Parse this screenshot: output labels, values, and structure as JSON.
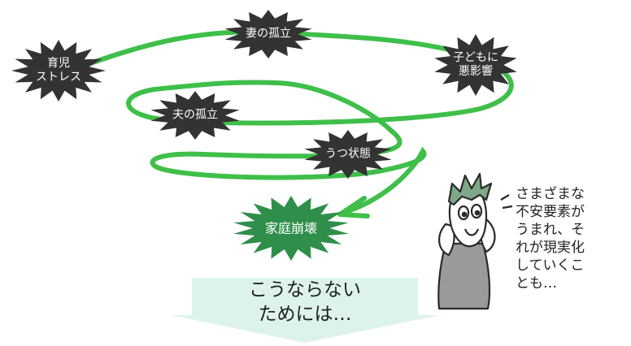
{
  "colors": {
    "spiral": "#3fbf4a",
    "burst_dark": "#333333",
    "burst_green": "#2f8f4a",
    "banner": "#ddf3ea",
    "person_line": "#2a2a2a",
    "person_hair": "#7ea888",
    "person_shirt": "#9a9a9a"
  },
  "bursts": {
    "ikuji": {
      "lines": [
        "育児",
        "ストレス"
      ]
    },
    "tsuma": {
      "lines": [
        "妻の孤立"
      ]
    },
    "kodomo": {
      "lines": [
        "子どもに",
        "悪影響"
      ]
    },
    "otto": {
      "lines": [
        "夫の孤立"
      ]
    },
    "utsu": {
      "lines": [
        "うつ状態"
      ]
    },
    "katei": {
      "lines": [
        "家庭崩壊"
      ]
    }
  },
  "side_note": "さまざまな\n不安要素が\nうまれ、そ\nれが現実化\nしていくこ\nとも…",
  "conclusion": {
    "line1": "こうならない",
    "line2": "ためには…"
  },
  "icons": {
    "person": "worried-man-icon"
  }
}
